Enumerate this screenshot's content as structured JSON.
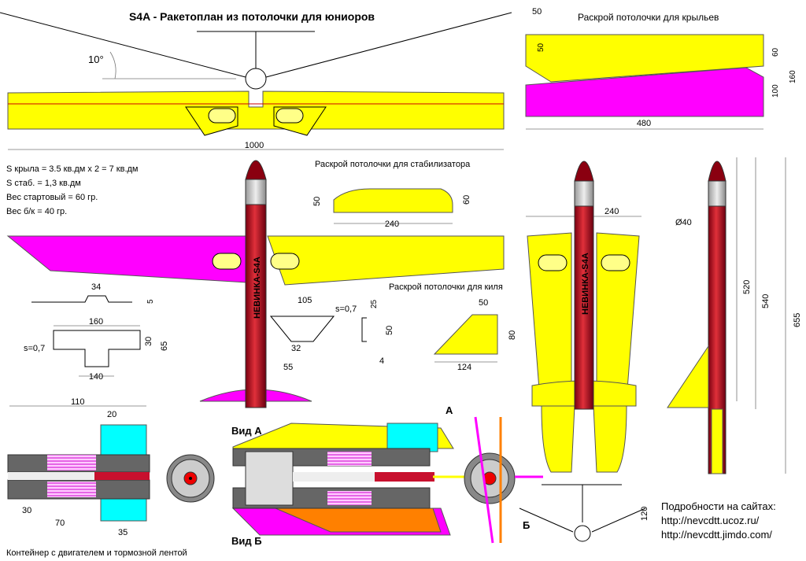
{
  "title": "S4A - Ракетоплан из потолочки для юниоров",
  "angle_label": "10°",
  "wing_span_label": "1000",
  "specs": [
    "S крыла = 3.5 кв.дм х 2 = 7 кв.дм",
    "S стаб. = 1,3 кв.дм",
    "Вес стартовый = 60 гр.",
    "Вес б/к = 40 гр."
  ],
  "rocket_label": "НЕВИНКА-S4A",
  "wing_cut": {
    "title": "Раскрой потолочки для крыльев",
    "dims": {
      "top": "50",
      "left": "50",
      "right_top": "60",
      "right_bottom": "100",
      "right_total": "160",
      "bottom": "480"
    }
  },
  "stab_cut": {
    "title": "Раскрой потолочки для стабилизатора",
    "dims": {
      "left": "50",
      "right": "60",
      "bottom": "240"
    }
  },
  "fin_cut": {
    "title": "Раскрой потолочки для киля",
    "dims": {
      "top": "50",
      "right": "80",
      "bottom": "124"
    }
  },
  "pylon": {
    "dims": {
      "top": "34",
      "small": "5",
      "width": "160",
      "h1": "30",
      "h2": "65",
      "bottom": "140",
      "s": "s=0,7"
    }
  },
  "bracket": {
    "dims": {
      "top": "105",
      "s": "s=0,7",
      "mid": "32",
      "bottom": "55",
      "h": "25",
      "h2": "50",
      "w": "4"
    }
  },
  "front_view": {
    "dims": {
      "width": "240",
      "diam": "Ø40",
      "d520": "520",
      "d540": "540",
      "d655": "655"
    }
  },
  "container": {
    "caption": "Контейнер с двигателем и тормозной лентой",
    "dims": {
      "top": "110",
      "top2": "20",
      "b1": "30",
      "b2": "70",
      "b3": "35"
    }
  },
  "views": {
    "a": "Вид А",
    "b": "Вид Б",
    "arrow_a": "А",
    "arrow_b": "Б",
    "h120": "120"
  },
  "footer": {
    "lines": [
      "Подробности на сайтах:",
      "http://nevcdtt.ucoz.ru/",
      "http://nevcdtt.jimdo.com/"
    ]
  },
  "colors": {
    "yellow": "#ffff00",
    "magenta": "#ff00ff",
    "red": "#c8102e",
    "cyan": "#00ffff",
    "gray": "#7a7a7a",
    "orange": "#ff8000"
  }
}
